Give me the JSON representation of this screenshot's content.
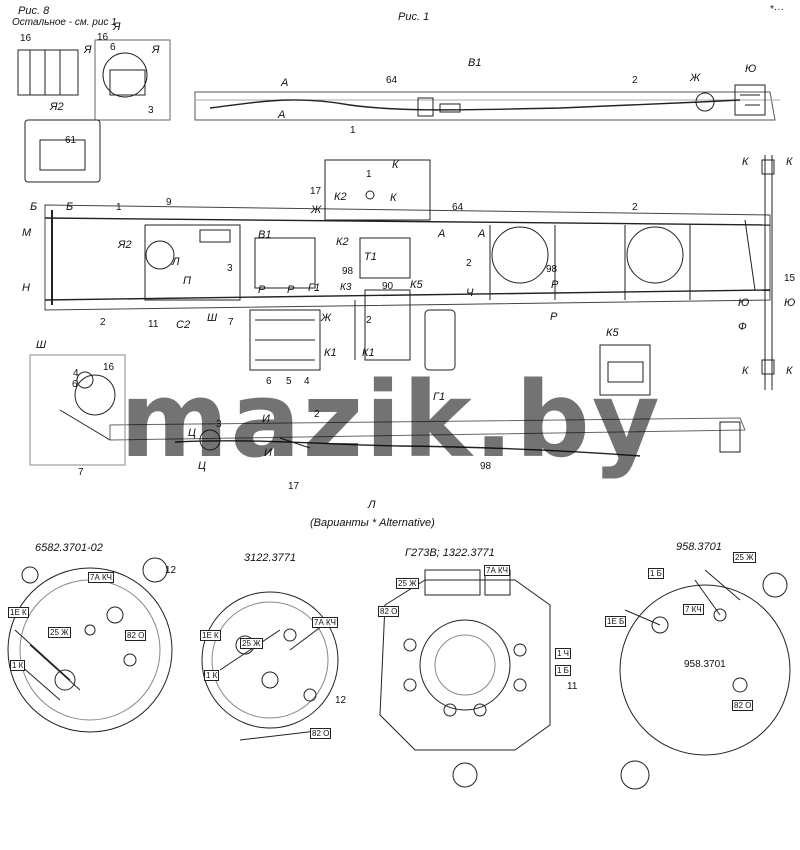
{
  "header": {
    "fig8": "Рис. 8",
    "fig8_note": "Остальное - см. рис 1",
    "fig1": "Рис. 1"
  },
  "inset_labels": {
    "ya": "Я",
    "ya2": "Я2",
    "sh": "Ш",
    "n16": "16",
    "n6": "6",
    "n3": "3",
    "n61": "61",
    "n4": "4",
    "n7": "7",
    "k5": "К5"
  },
  "callouts": {
    "v1": "В1",
    "g1": "Г1",
    "l": "Л",
    "zh": "Ж",
    "yu": "Ю",
    "a": "А",
    "b": "Б",
    "m": "М",
    "n": "Н",
    "k": "К",
    "k1": "К1",
    "k2": "К2",
    "k3": "К3",
    "t1": "Т1",
    "p": "Р",
    "ch": "Ч",
    "f": "Ф",
    "s2": "С2",
    "i": "И",
    "ts": "Ц",
    "pi": "П",
    "e1": "1",
    "e2": "2",
    "e3": "3",
    "e4": "4",
    "e5": "5",
    "e6": "6",
    "e7": "7",
    "e9": "9",
    "e11": "11",
    "e15": "15",
    "e17": "17",
    "e64": "64",
    "e90": "90",
    "e98": "98"
  },
  "variants_caption": "(Варианты * Alternative)",
  "alternators": [
    {
      "model": "6582.3701-02",
      "side_no": "12"
    },
    {
      "model": "3122.3771",
      "side_no": "12"
    },
    {
      "model": "Г273В; 1322.3771",
      "side_no": "11"
    },
    {
      "model": "958.3701",
      "center_label": "958.3701"
    }
  ],
  "wire_tags": {
    "t1e_k": "1Е К",
    "t1_k": "1 К",
    "t7a_kch": "7А КЧ",
    "t25_zh": "25 Ж",
    "t82_o": "82 О",
    "t1_ch": "1 Ч",
    "t1_g": "1 Б",
    "t1e_b": "1Е Б",
    "t25b_zh": "25 Ж",
    "t7b_kch": "7 КЧ",
    "t1_b": "1 Б",
    "t25_zh2": "25 Ж"
  },
  "watermark": "mazik.by",
  "corner_mark": "*···"
}
